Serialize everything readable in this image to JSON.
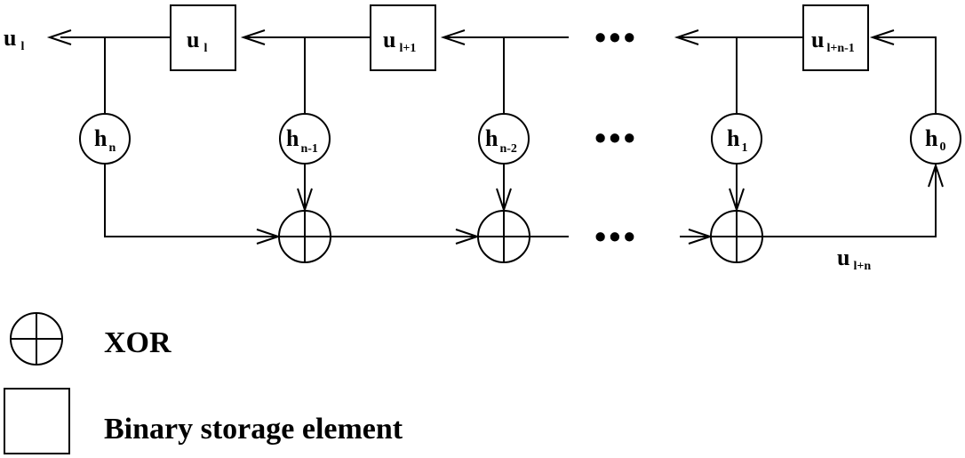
{
  "outputs": {
    "u_out": {
      "main": "u",
      "sub": "l"
    },
    "u_feedback": {
      "main": "u",
      "sub": "l+n"
    }
  },
  "registers": [
    {
      "main": "u",
      "sub": "l"
    },
    {
      "main": "u",
      "sub": "l+1"
    },
    {
      "main": "u",
      "sub": "l+n-1"
    }
  ],
  "taps": [
    {
      "main": "h",
      "sub": "n"
    },
    {
      "main": "h",
      "sub": "n-1"
    },
    {
      "main": "h",
      "sub": "n-2"
    },
    {
      "main": "h",
      "sub": "1"
    },
    {
      "main": "h",
      "sub": "0"
    }
  ],
  "ellipsis": "•••",
  "legend": {
    "xor_label": "XOR",
    "storage_label": "Binary storage element"
  }
}
